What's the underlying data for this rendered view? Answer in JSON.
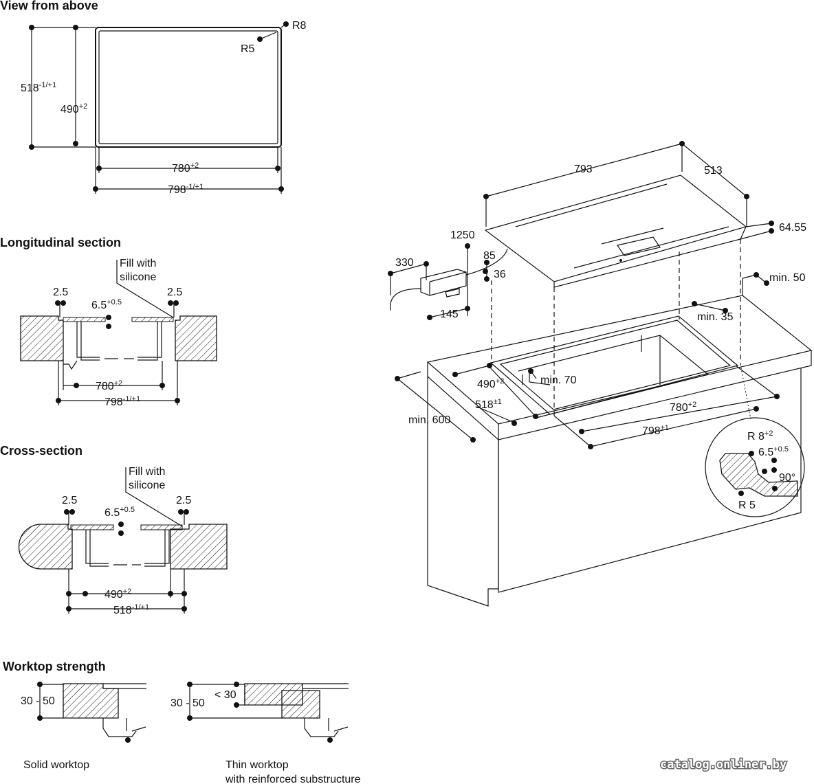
{
  "titles": {
    "view_from_above": "View from above",
    "longitudinal": "Longitudinal section",
    "cross": "Cross-section",
    "worktop_strength": "Worktop strength"
  },
  "view_above": {
    "r8": "R8",
    "r5": "R5",
    "h_outer": "518",
    "h_outer_tol": "-1/+1",
    "h_inner": "490",
    "h_inner_tol": "+2",
    "w_inner": "780",
    "w_inner_tol": "+2",
    "w_outer": "798",
    "w_outer_tol": "-1/+1"
  },
  "longitudinal": {
    "fill_line1": "Fill with",
    "fill_line2": "silicone",
    "gap_left": "2.5",
    "gap_right": "2.5",
    "depth": "6.5",
    "depth_tol": "+0.5",
    "inner": "780",
    "inner_tol": "+2",
    "outer": "798",
    "outer_tol": "-1/+1"
  },
  "cross": {
    "fill_line1": "Fill with",
    "fill_line2": "silicone",
    "gap_left": "2.5",
    "gap_right": "2.5",
    "depth": "6.5",
    "depth_tol": "+0.5",
    "inner": "490",
    "inner_tol": "+2",
    "outer": "518",
    "outer_tol": "-1/+1"
  },
  "worktop": {
    "solid_range": "30 - 50",
    "thin_range": "30 - 50",
    "thin_max": "< 30",
    "solid_caption": "Solid worktop",
    "thin_caption_1": "Thin worktop",
    "thin_caption_2": "with reinforced substructure"
  },
  "iso": {
    "d793": "793",
    "d513": "513",
    "d64_55": "64.55",
    "d1250": "1250",
    "d330": "330",
    "d85": "85",
    "d36": "36",
    "d145": "145",
    "min50": "min. 50",
    "min35": "min. 35",
    "min70": "min. 70",
    "min600": "min. 600",
    "d490": "490",
    "d490_tol": "+2",
    "d518": "518",
    "d518_tol": "±1",
    "d780": "780",
    "d780_tol": "+2",
    "d798": "798",
    "d798_tol": "±1",
    "r8": "R 8",
    "r8_tol": "+2",
    "d6_5": "6.5",
    "d6_5_tol": "+0.5",
    "deg90": "90°",
    "r5": "R 5"
  },
  "watermark": "catalog.onliner.by"
}
